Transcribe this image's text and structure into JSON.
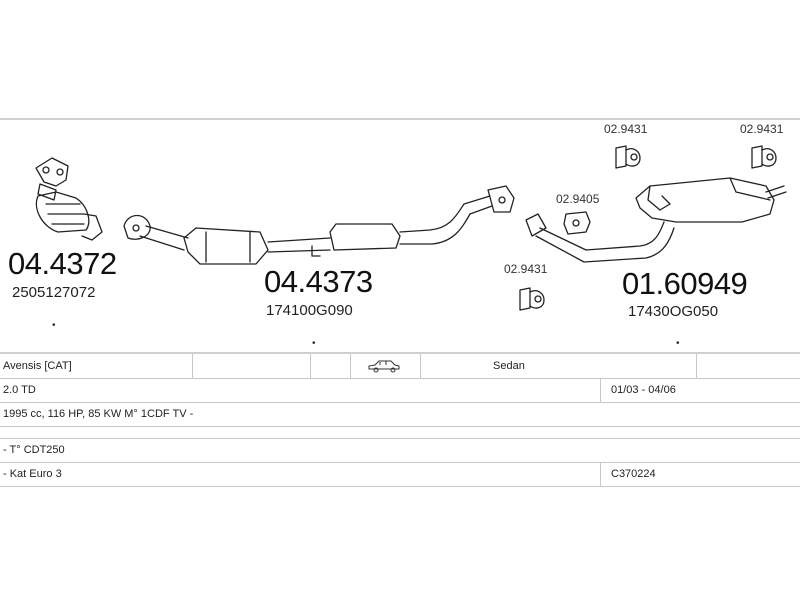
{
  "parts": {
    "p1": {
      "code": "04.4372",
      "oem": "2505127072"
    },
    "p2": {
      "code": "04.4373",
      "oem": "174100G090"
    },
    "p3": {
      "code": "01.60949",
      "oem": "17430OG050"
    },
    "mount_a": {
      "code": "02.9431"
    },
    "mount_b": {
      "code": "02.9431"
    },
    "mount_c": {
      "code": "02.9405"
    },
    "mount_d": {
      "code": "02.9431"
    }
  },
  "marks": {
    "dot": "•"
  },
  "vehicle": {
    "model": "Avensis  [CAT]",
    "body": "Sedan",
    "engine": "2.0 TD",
    "period": "01/03 - 04/06",
    "spec": "1995 cc, 116 HP, 85 KW M° 1CDF TV -",
    "type": "- T° CDT250",
    "norm": "- Kat Euro 3",
    "code": "C370224"
  }
}
